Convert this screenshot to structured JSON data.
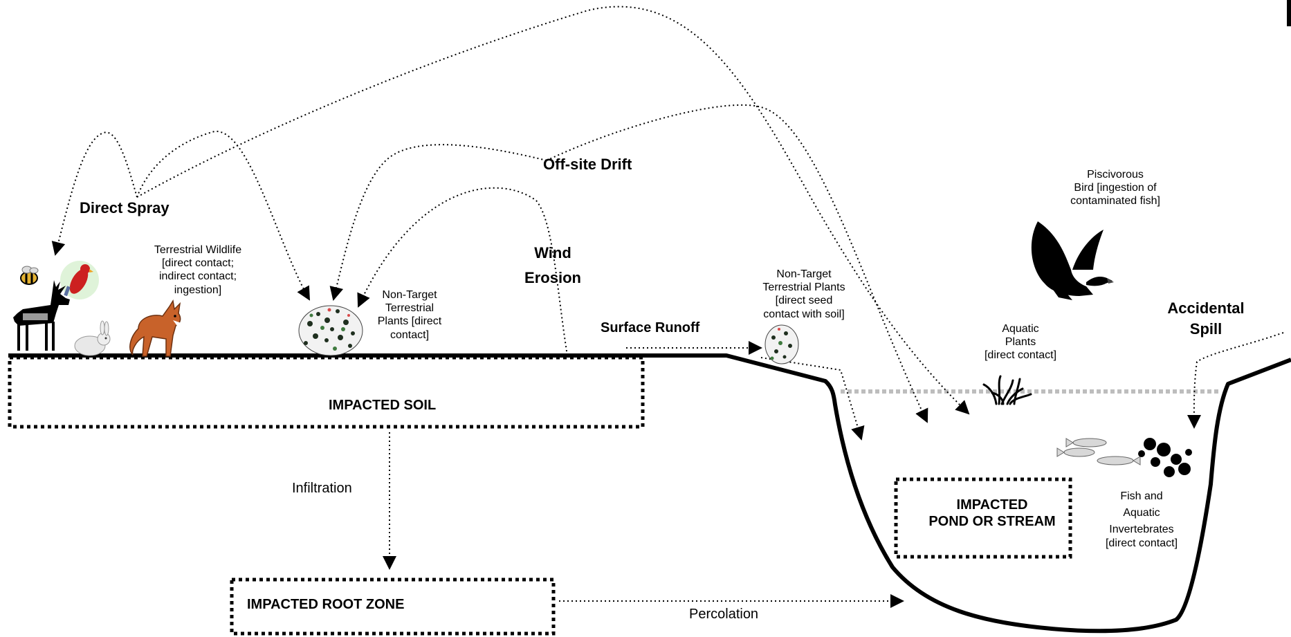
{
  "labels": {
    "direct_spray": "Direct Spray",
    "offsite_drift": "Off-site Drift",
    "wind_erosion": [
      "Wind",
      "Erosion"
    ],
    "surface_runoff": "Surface Runoff",
    "accidental_spill": [
      "Accidental",
      "Spill"
    ],
    "infiltration": "Infiltration",
    "percolation": "Percolation",
    "impacted_soil": "IMPACTED SOIL",
    "impacted_root_zone": "IMPACTED ROOT ZONE",
    "impacted_pond": [
      "IMPACTED",
      "POND OR STREAM"
    ]
  },
  "receptors": {
    "terrestrial_wildlife": [
      "Terrestrial Wildlife",
      "[direct contact;",
      "indirect contact;",
      "ingestion]"
    ],
    "nontarget_plants_left": [
      "Non-Target",
      "Terrestrial",
      "Plants [direct",
      "contact]"
    ],
    "nontarget_plants_right": [
      "Non-Target",
      "Terrestrial Plants",
      "[direct seed",
      "contact with soil]"
    ],
    "piscivorous_bird": [
      "Piscivorous",
      "Bird [ingestion of",
      "contaminated fish]"
    ],
    "aquatic_plants": [
      "Aquatic",
      "Plants",
      "[direct contact]"
    ],
    "fish_invertebrates": [
      "Fish and",
      "Aquatic",
      "Invertebrates",
      "[direct contact]"
    ]
  },
  "icons": [
    "deer-icon",
    "bee-icon",
    "cardinal-icon",
    "rabbit-icon",
    "fox-icon",
    "shrub-icon",
    "small-shrub-icon",
    "eagle-icon",
    "aquatic-plant-icon",
    "fish-icon",
    "invertebrates-icon"
  ]
}
